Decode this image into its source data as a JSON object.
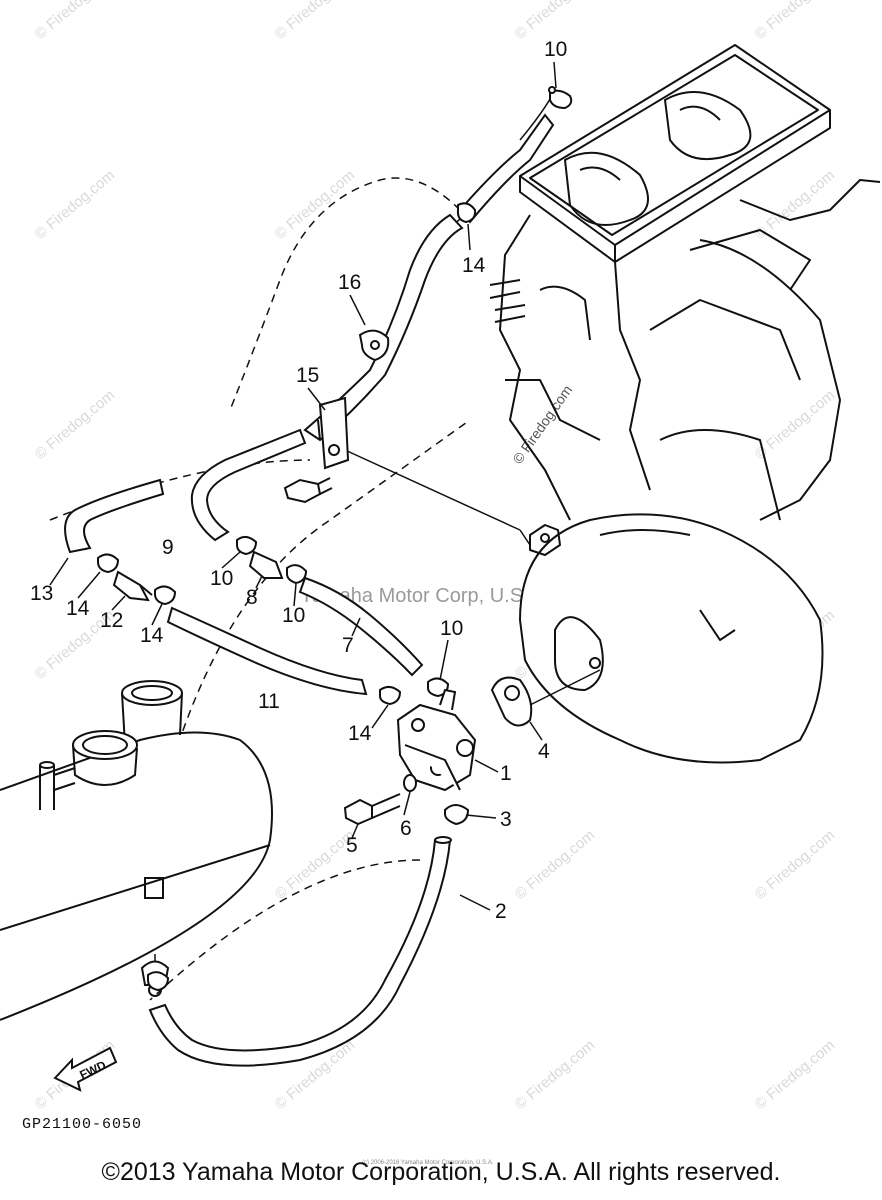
{
  "diagram": {
    "code": "GP21100-6050",
    "fwd_label": "FWD",
    "copyright": "©2013 Yamaha Motor Corporation, U.S.A. All rights reserved.",
    "copyright_small": "(c) 2006-2016 Yamaha Motor Corporation, U.S.A.",
    "center_watermark": "Yamaha Motor Corp, U.S.A.",
    "watermark": "© Firedog.com",
    "callouts": [
      "10",
      "14",
      "16",
      "15",
      "9",
      "13",
      "14",
      "12",
      "14",
      "10",
      "8",
      "10",
      "7",
      "10",
      "11",
      "14",
      "1",
      "4",
      "3",
      "6",
      "5",
      "2"
    ]
  }
}
